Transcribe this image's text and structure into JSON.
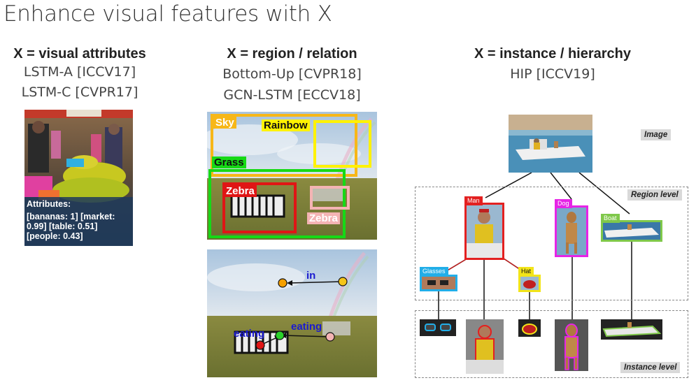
{
  "title": "Enhance visual features with X",
  "col1": {
    "heading": "X = visual attributes",
    "refs": [
      "LSTM-A [ICCV17]",
      "LSTM-C [CVPR17]"
    ],
    "attributes": {
      "label": "Attributes:",
      "lines": [
        "[bananas: 1] [market:",
        "0.99] [table: 0.51]",
        "[people: 0.43]"
      ]
    }
  },
  "col2": {
    "heading": "X = region / relation",
    "refs": [
      "Bottom-Up [CVPR18]",
      "GCN-LSTM [ECCV18]"
    ],
    "regions": {
      "sky": "Sky",
      "rainbow": "Rainbow",
      "grass": "Grass",
      "zebra1": "Zebra",
      "zebra2": "Zebra"
    },
    "relations": {
      "in": "in",
      "eating1": "eating",
      "eating2": "eating"
    }
  },
  "col3": {
    "heading": "X = instance / hierarchy",
    "refs": [
      "HIP [ICCV19]"
    ],
    "levels": {
      "image": "Image",
      "region": "Region level",
      "instance": "Instance level"
    },
    "regions": {
      "man": "Man",
      "dog": "Dog",
      "boat": "Boat",
      "glasses": "Glasses",
      "hat": "Hat"
    }
  },
  "colors": {
    "sky": "#f7b718",
    "rainbow": "#fff200",
    "grass": "#16d916",
    "zebra_red": "#e01515",
    "zebra_pink": "#f4b4b4",
    "man": "#e32020",
    "dog": "#e624e6",
    "boat": "#7fc84a",
    "glasses": "#22aee8",
    "hat": "#f2e419"
  }
}
